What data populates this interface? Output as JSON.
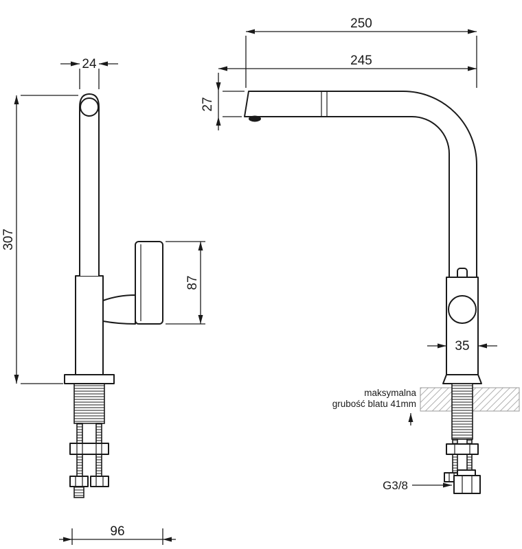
{
  "drawing": {
    "front_view": {
      "dim_top_width": "24",
      "dim_height": "307",
      "dim_handle_height": "87",
      "dim_base_width": "96"
    },
    "side_view": {
      "dim_reach_total": "250",
      "dim_reach": "245",
      "dim_spout_height": "27",
      "dim_body_width": "35",
      "note_line1": "maksymalna",
      "note_line2": "grubość blatu 41mm",
      "thread_label": "G3/8"
    },
    "colors": {
      "line": "#1a1a1a",
      "hatch": "#b0b0b0",
      "background": "#ffffff"
    }
  }
}
